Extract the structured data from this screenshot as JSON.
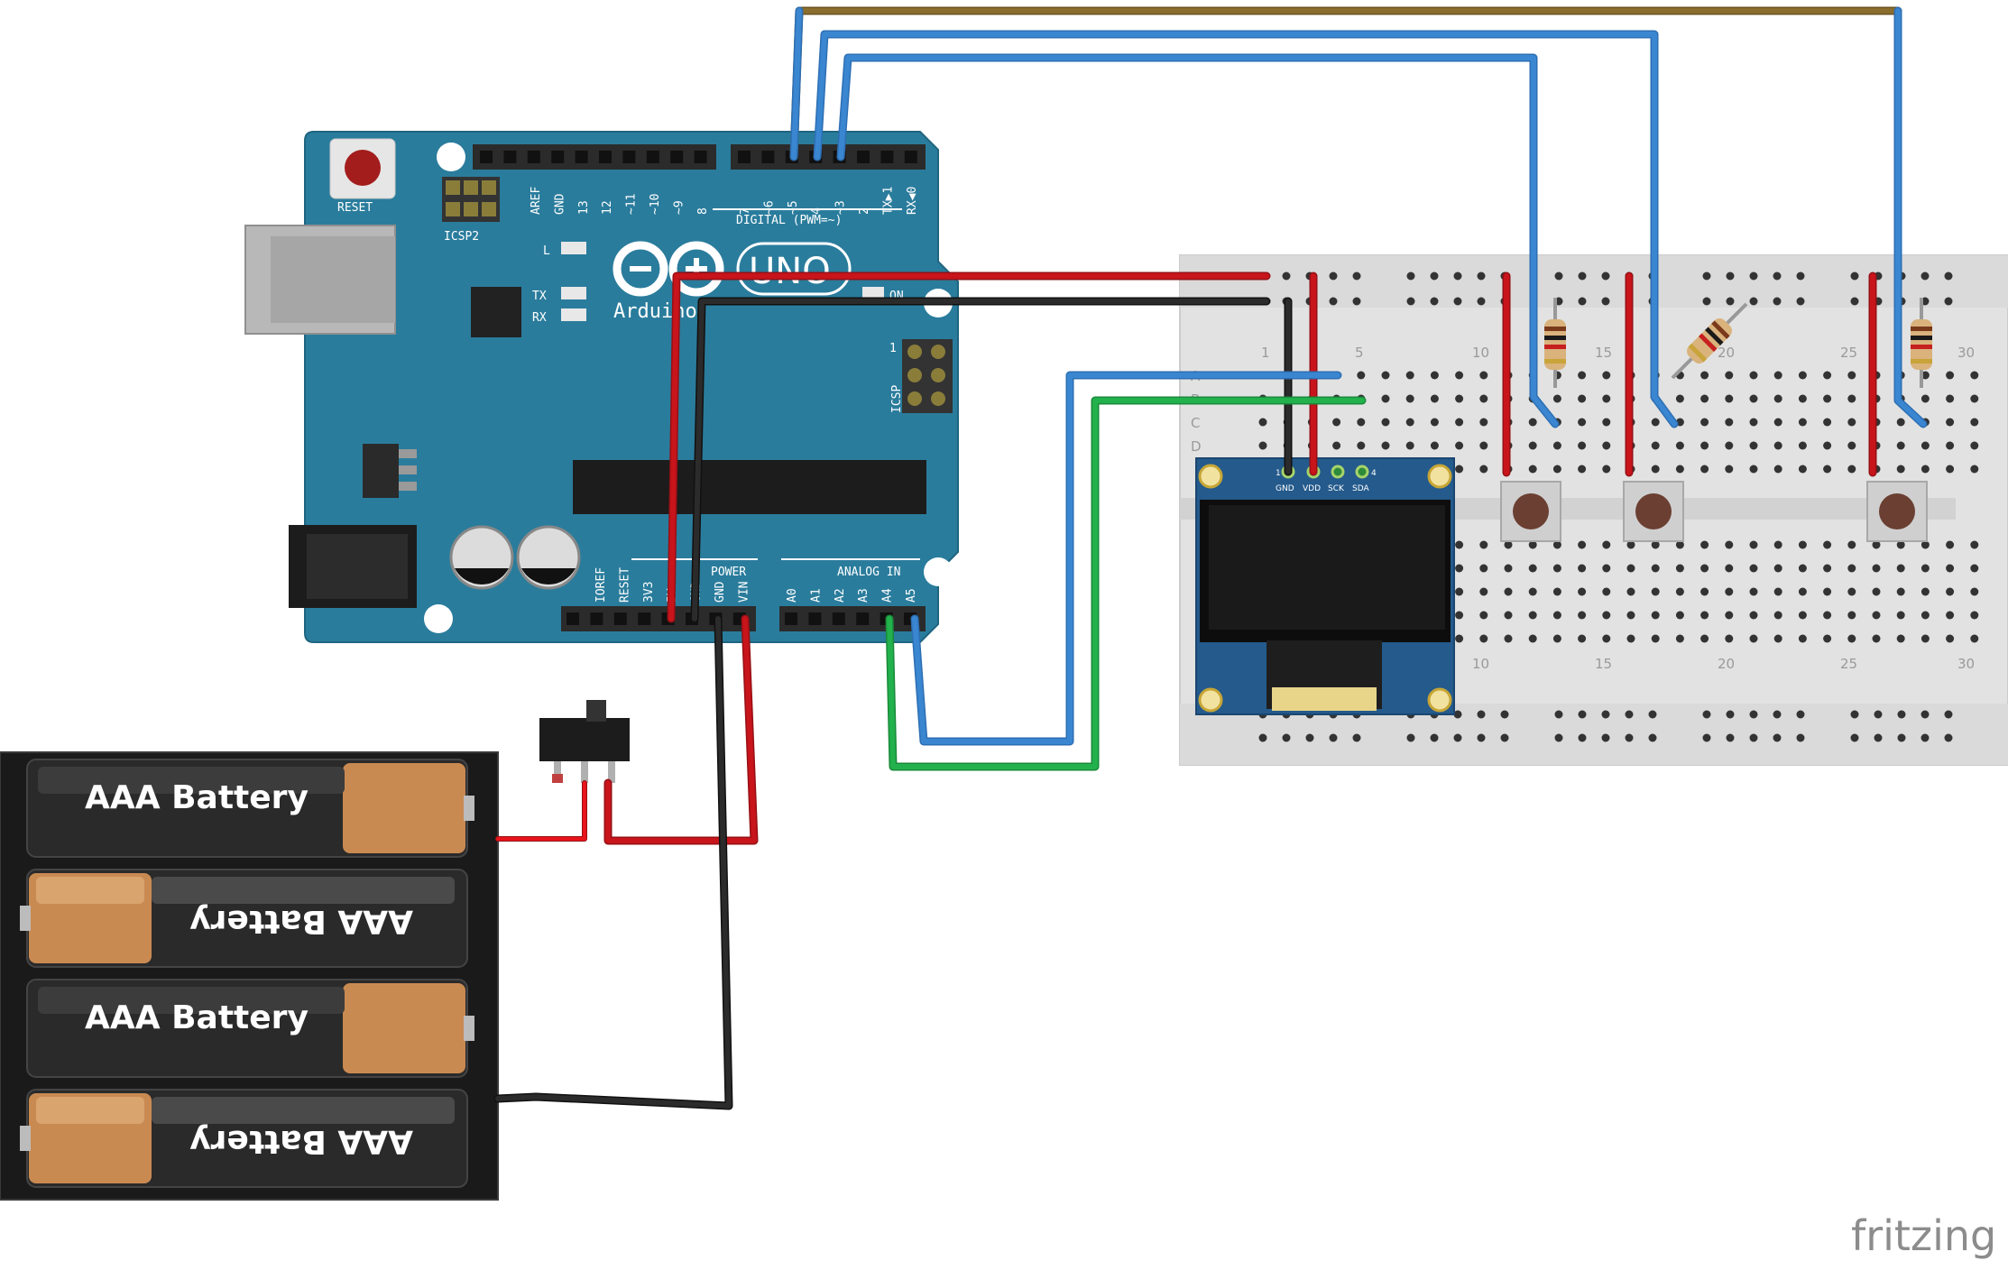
{
  "arduino": {
    "reset_label": "RESET",
    "icsp2_label": "ICSP2",
    "icsp_label": "ICSP",
    "icsp_pin1": "1",
    "l_label": "L",
    "tx_label": "TX",
    "rx_label": "RX",
    "on_label": "ON",
    "brand": "Arduino",
    "model": "UNO",
    "digital_label": "DIGITAL (PWM=~)",
    "power_label": "POWER",
    "analog_label": "ANALOG IN",
    "digital_pins_left": [
      "AREF",
      "GND",
      "13",
      "12",
      "~11",
      "~10",
      "~9",
      "8"
    ],
    "digital_pins_right": [
      "7",
      "~6",
      "~5",
      "4",
      "~3",
      "2",
      "TX▶1",
      "RX◀0"
    ],
    "power_pins": [
      "IOREF",
      "RESET",
      "3V3",
      "5V",
      "GND",
      "GND",
      "VIN"
    ],
    "analog_pins": [
      "A0",
      "A1",
      "A2",
      "A3",
      "A4",
      "A5"
    ]
  },
  "breadboard": {
    "col_numbers": [
      "1",
      "5",
      "10",
      "15",
      "20",
      "25",
      "30"
    ],
    "row_letters": [
      "A",
      "B",
      "C",
      "D"
    ]
  },
  "oled": {
    "pins": [
      "GND",
      "VDD",
      "SCK",
      "SDA"
    ],
    "pin_first": "1",
    "pin_last": "4"
  },
  "batteries": [
    {
      "label": "AAA Battery",
      "flipped": false
    },
    {
      "label": "AAA Battery",
      "flipped": true
    },
    {
      "label": "AAA Battery",
      "flipped": false
    },
    {
      "label": "AAA Battery",
      "flipped": true
    }
  ],
  "watermark": "fritzing",
  "colors": {
    "arduino_board": "#2a7c9c",
    "wire_red": "#c8141b",
    "wire_black": "#222222",
    "wire_blue": "#3a86d1",
    "wire_green": "#22b14c",
    "wire_brown": "#8b6d2e",
    "breadboard": "#e3e3e3"
  }
}
